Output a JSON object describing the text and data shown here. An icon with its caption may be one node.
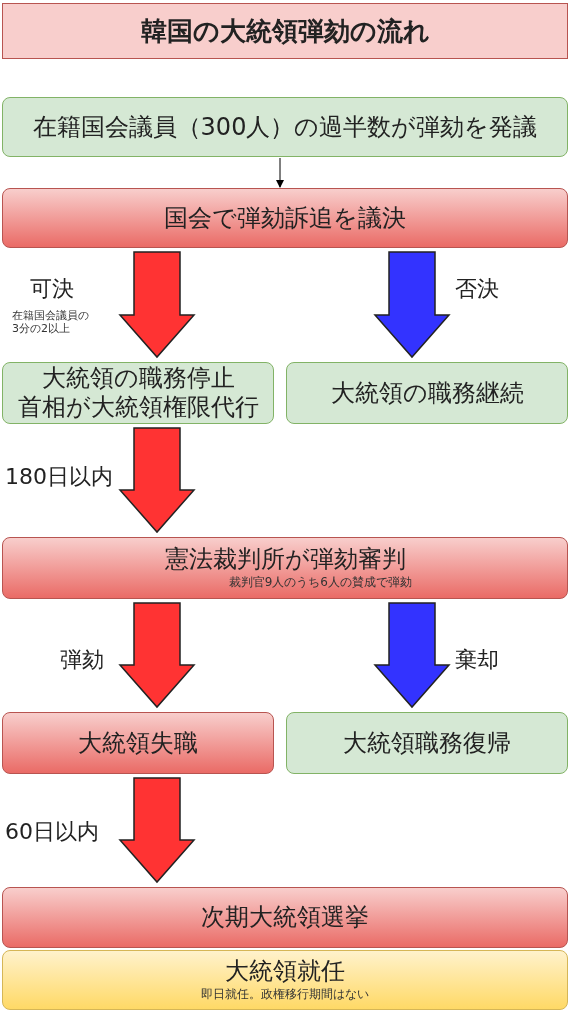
{
  "diagram": {
    "title": "韓国の大統領弾劾の流れ",
    "nodes": [
      {
        "text": [
          "在籍国会議員（300人）の過半数が弾劾を発議"
        ]
      },
      {
        "text": [
          "国会で弾劾訴追を議決"
        ]
      },
      {
        "text": [
          "大統領の職務停止",
          "首相が大統領権限代行"
        ]
      },
      {
        "text": [
          "大統領の職務継続"
        ]
      },
      {
        "text": [
          "憲法裁判所が弾劾審判",
          "裁判官9人のうち6人の賛成で弾劾"
        ]
      },
      {
        "text": [
          "大統領失職"
        ]
      },
      {
        "text": [
          "大統領職務復帰"
        ]
      },
      {
        "text": [
          "次期大統領選挙"
        ]
      },
      {
        "text": [
          "大統領就任",
          "即日就任。政権移行期間はない"
        ]
      }
    ],
    "edges": [
      {
        "from": 0,
        "to": 1,
        "arrow": "to",
        "color": "#000000"
      },
      {
        "from": 1,
        "to": 2,
        "arrow": "to",
        "label": "可決",
        "style": "thick"
      },
      {
        "from": 1,
        "to": 3,
        "arrow": "to",
        "label": "否決",
        "style": "thick",
        "color": "#3333ff"
      },
      {
        "from": 2,
        "to": 4,
        "arrow": "to",
        "label": "180日以内",
        "style": "thick"
      },
      {
        "from": 4,
        "to": 5,
        "arrow": "to",
        "label": "弾劾",
        "style": "thick"
      },
      {
        "from": 4,
        "to": 6,
        "arrow": "to",
        "label": "棄却",
        "style": "thick",
        "color": "#3333ff"
      },
      {
        "from": 5,
        "to": 7,
        "arrow": "to",
        "label": "60日以内",
        "style": "thick"
      }
    ],
    "labels": [
      "在籍国会議員の3分の2以上"
    ]
  }
}
